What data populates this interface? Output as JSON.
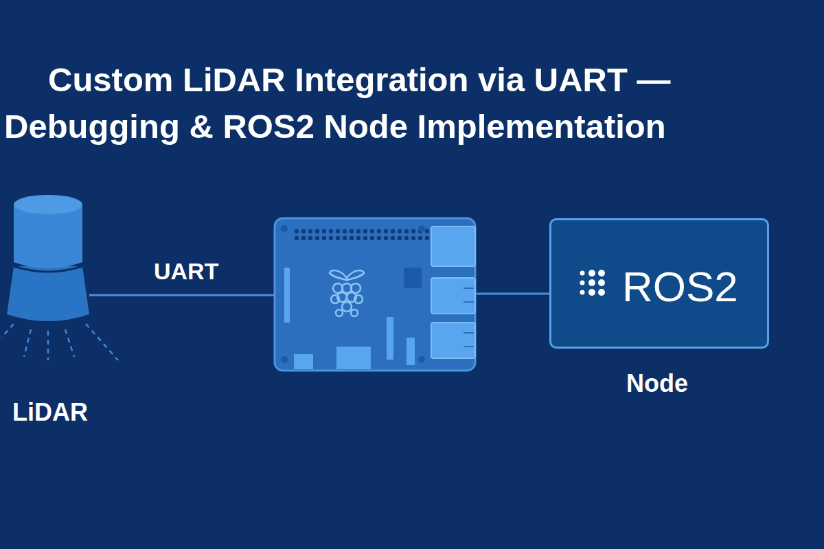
{
  "diagram": {
    "title": "Custom LiDAR Integration via UART — Debugging & ROS2 Node Implementation",
    "nodes": [
      {
        "text": [
          "LiDAR"
        ]
      },
      {
        "text": [
          "ROS2",
          "Node"
        ]
      }
    ],
    "labels": [
      "UART"
    ]
  }
}
